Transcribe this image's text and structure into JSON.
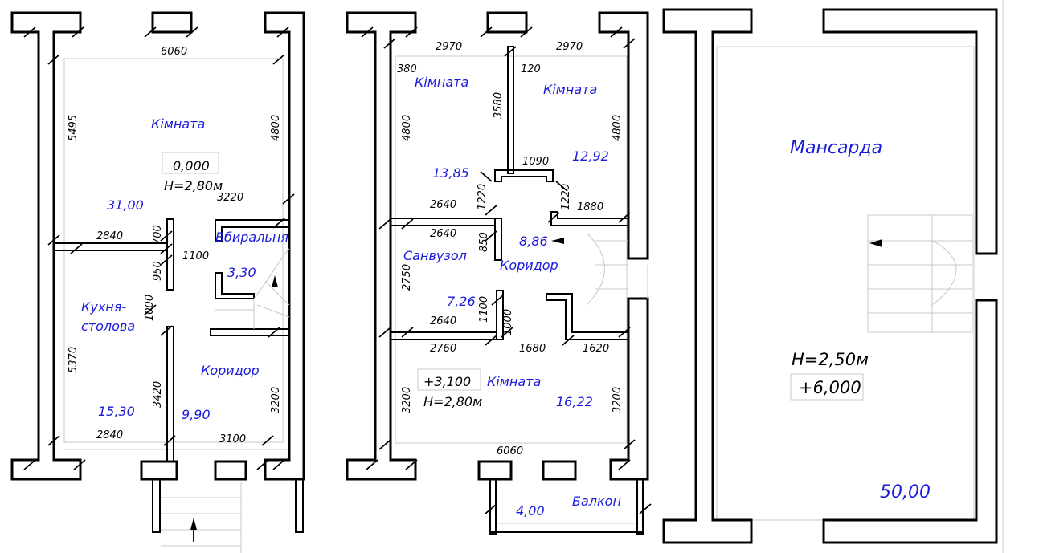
{
  "plan1": {
    "labels": {
      "room": "Кімната",
      "bathroom": "Вбиральня",
      "kitchen": "Кухня-столова",
      "kitchen_l1": "Кухня-",
      "kitchen_l2": "столова",
      "corridor": "Коридор"
    },
    "areas": {
      "room": "31,00",
      "bathroom": "3,30",
      "kitchen": "15,30",
      "corridor": "9,90"
    },
    "marks": {
      "level": "0,000",
      "height": "H=2,80м"
    },
    "dims": {
      "width_top": "6060",
      "left_top": "5495",
      "right_top": "4800",
      "d3220": "3220",
      "d2840a": "2840",
      "d700": "700",
      "d950": "950",
      "d1100": "1100",
      "d1000": "1000",
      "left_bottom": "5370",
      "d3420": "3420",
      "d3200": "3200",
      "d2840b": "2840",
      "d3100": "3100"
    }
  },
  "plan2": {
    "labels": {
      "room_left": "Кімната",
      "room_right": "Кімната",
      "bathroom": "Санвузол",
      "corridor": "Коридор",
      "room_bottom": "Кімната",
      "balcony": "Балкон"
    },
    "areas": {
      "room_left": "13,85",
      "room_right": "12,92",
      "corridor": "8,86",
      "bathroom": "7,26",
      "room_bottom": "16,22",
      "balcony": "4,00"
    },
    "marks": {
      "level": "+3,100",
      "height": "H=2,80м"
    },
    "dims": {
      "top_left": "2970",
      "top_right": "2970",
      "d380": "380",
      "d120": "120",
      "d3580": "3580",
      "left_4800": "4800",
      "right_4800": "4800",
      "d1090": "1090",
      "d1220a": "1220",
      "d1220b": "1220",
      "d2640a": "2640",
      "d1880": "1880",
      "d2640b": "2640",
      "d850": "850",
      "d2750": "2750",
      "d1100": "1100",
      "d1000": "1000",
      "d2640c": "2640",
      "d2760": "2760",
      "d1680": "1680",
      "d1620": "1620",
      "left_3200": "3200",
      "right_3200": "3200",
      "bottom_6060": "6060"
    }
  },
  "plan3": {
    "labels": {
      "attic": "Мансарда"
    },
    "areas": {
      "attic": "50,00"
    },
    "marks": {
      "height": "H=2,50м",
      "level": "+6,000"
    }
  }
}
